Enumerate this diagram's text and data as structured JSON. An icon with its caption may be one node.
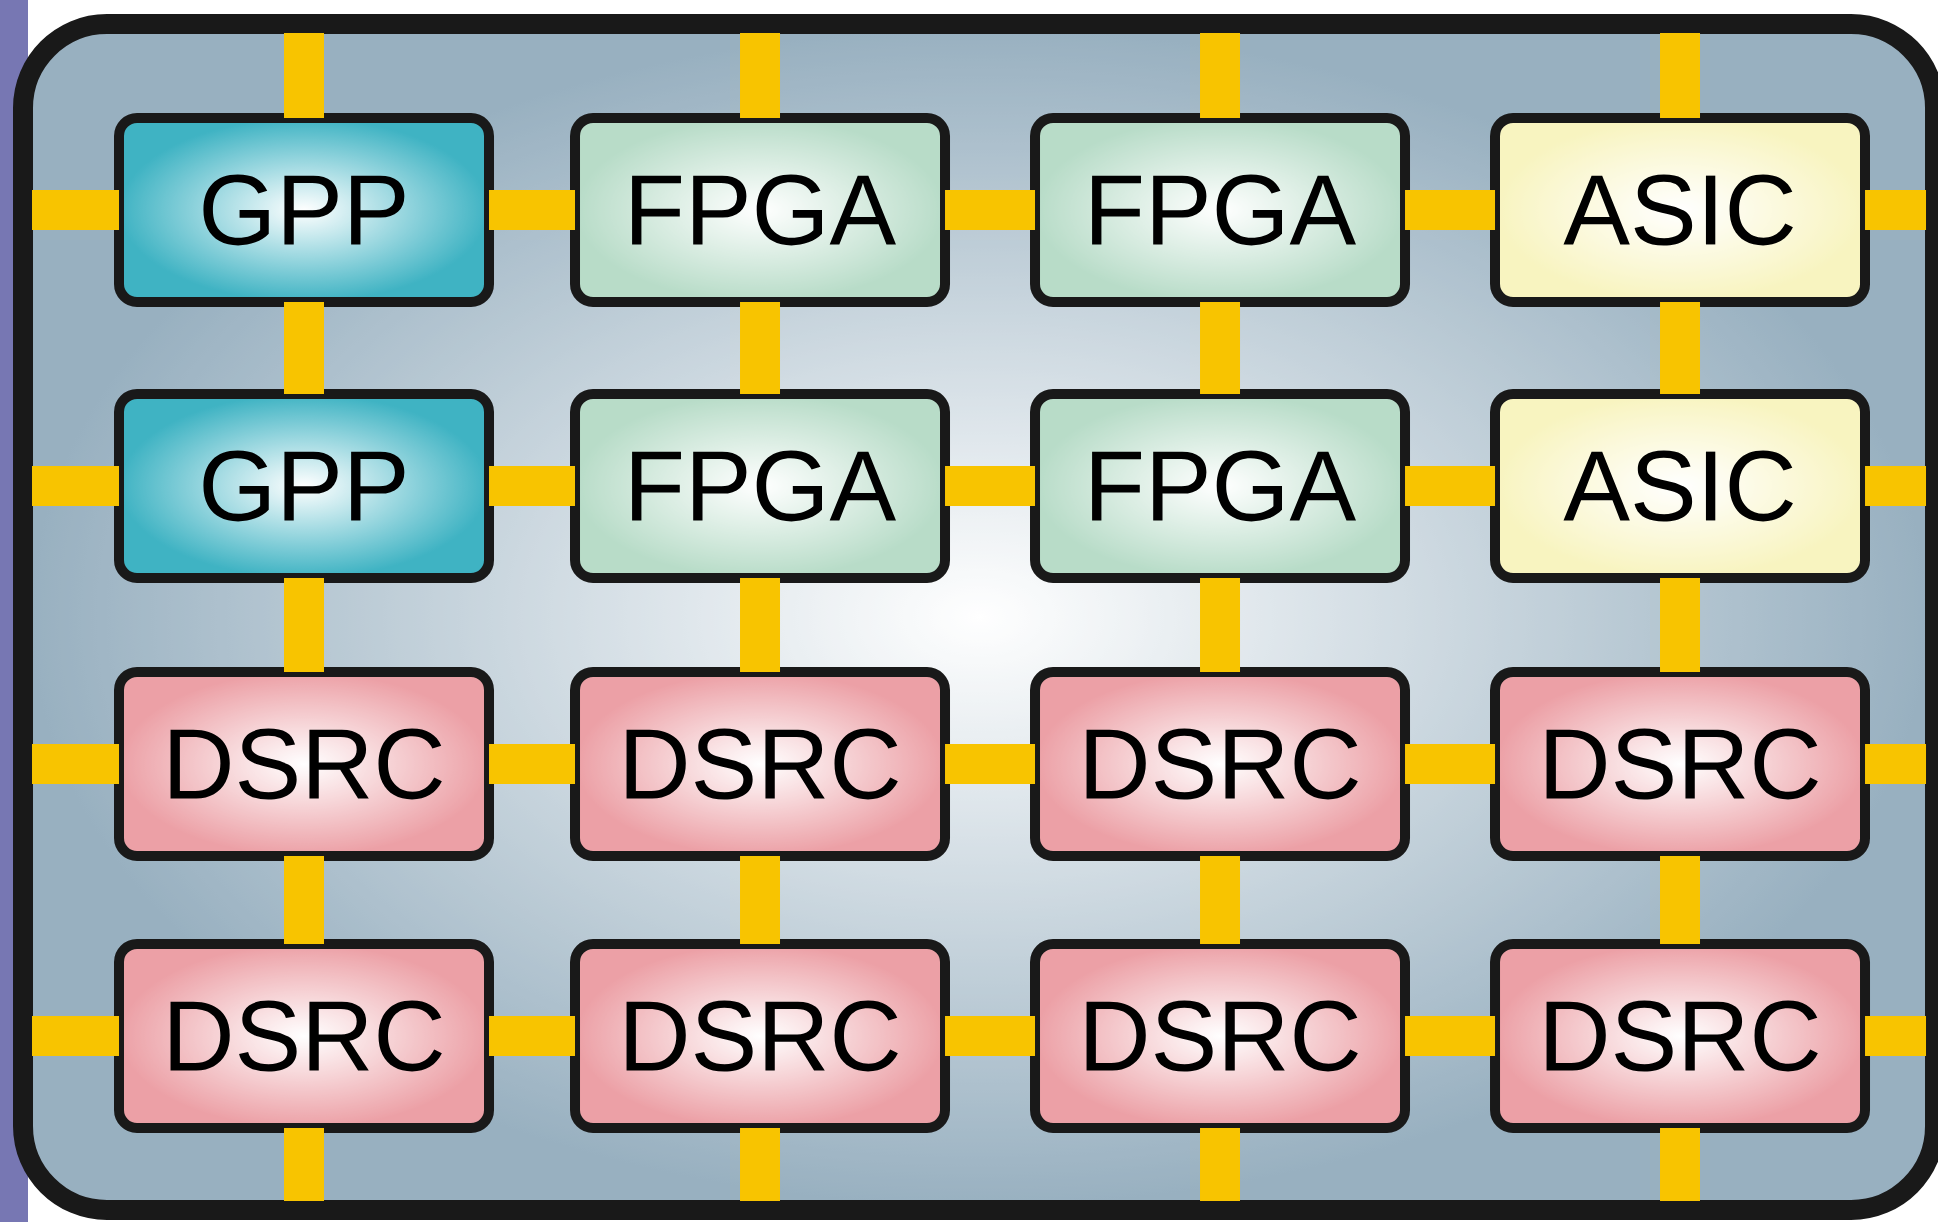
{
  "diagram": {
    "nodes": [
      {
        "text": [],
        "shape": "box"
      },
      {
        "text": [
          "GPP"
        ],
        "in": 0
      },
      {
        "text": [
          "FPGA"
        ],
        "in": 0
      },
      {
        "text": [
          "FPGA"
        ],
        "in": 0
      },
      {
        "text": [
          "ASIC"
        ],
        "in": 0
      },
      {
        "text": [
          "GPP"
        ],
        "in": 0
      },
      {
        "text": [
          "FPGA"
        ],
        "in": 0
      },
      {
        "text": [
          "FPGA"
        ],
        "in": 0
      },
      {
        "text": [
          "ASIC"
        ],
        "in": 0
      },
      {
        "text": [
          "DSRC"
        ],
        "in": 0
      },
      {
        "text": [
          "DSRC"
        ],
        "in": 0
      },
      {
        "text": [
          "DSRC"
        ],
        "in": 0
      },
      {
        "text": [
          "DSRC"
        ],
        "in": 0
      },
      {
        "text": [
          "DSRC"
        ],
        "in": 0
      },
      {
        "text": [
          "DSRC"
        ],
        "in": 0
      },
      {
        "text": [
          "DSRC"
        ],
        "in": 0
      },
      {
        "text": [
          "DSRC"
        ],
        "in": 0
      }
    ],
    "edges": [
      {
        "from": 1,
        "to": 2,
        "arrow": "none"
      },
      {
        "from": 2,
        "to": 3,
        "arrow": "none"
      },
      {
        "from": 3,
        "to": 4,
        "arrow": "none"
      },
      {
        "from": 5,
        "to": 6,
        "arrow": "none"
      },
      {
        "from": 6,
        "to": 7,
        "arrow": "none"
      },
      {
        "from": 7,
        "to": 8,
        "arrow": "none"
      },
      {
        "from": 9,
        "to": 10,
        "arrow": "none"
      },
      {
        "from": 10,
        "to": 11,
        "arrow": "none"
      },
      {
        "from": 11,
        "to": 12,
        "arrow": "none"
      },
      {
        "from": 13,
        "to": 14,
        "arrow": "none"
      },
      {
        "from": 14,
        "to": 15,
        "arrow": "none"
      },
      {
        "from": 15,
        "to": 16,
        "arrow": "none"
      },
      {
        "from": 1,
        "to": 5,
        "arrow": "none"
      },
      {
        "from": 5,
        "to": 9,
        "arrow": "none"
      },
      {
        "from": 9,
        "to": 13,
        "arrow": "none"
      },
      {
        "from": 2,
        "to": 6,
        "arrow": "none"
      },
      {
        "from": 6,
        "to": 10,
        "arrow": "none"
      },
      {
        "from": 10,
        "to": 14,
        "arrow": "none"
      },
      {
        "from": 3,
        "to": 7,
        "arrow": "none"
      },
      {
        "from": 7,
        "to": 11,
        "arrow": "none"
      },
      {
        "from": 11,
        "to": 15,
        "arrow": "none"
      },
      {
        "from": 4,
        "to": 8,
        "arrow": "none"
      },
      {
        "from": 8,
        "to": 12,
        "arrow": "none"
      },
      {
        "from": 12,
        "to": 16,
        "arrow": "none"
      },
      {
        "from": 1,
        "to": 0,
        "arrow": "none"
      },
      {
        "from": 2,
        "to": 0,
        "arrow": "none"
      },
      {
        "from": 3,
        "to": 0,
        "arrow": "none"
      },
      {
        "from": 4,
        "to": 0,
        "arrow": "none"
      },
      {
        "from": 13,
        "to": 0,
        "arrow": "none"
      },
      {
        "from": 14,
        "to": 0,
        "arrow": "none"
      },
      {
        "from": 15,
        "to": 0,
        "arrow": "none"
      },
      {
        "from": 16,
        "to": 0,
        "arrow": "none"
      },
      {
        "from": 1,
        "to": 0,
        "arrow": "none"
      },
      {
        "from": 5,
        "to": 0,
        "arrow": "none"
      },
      {
        "from": 9,
        "to": 0,
        "arrow": "none"
      },
      {
        "from": 13,
        "to": 0,
        "arrow": "none"
      },
      {
        "from": 4,
        "to": 0,
        "arrow": "none"
      },
      {
        "from": 8,
        "to": 0,
        "arrow": "none"
      },
      {
        "from": 12,
        "to": 0,
        "arrow": "none"
      },
      {
        "from": 16,
        "to": 0,
        "arrow": "none"
      }
    ]
  }
}
